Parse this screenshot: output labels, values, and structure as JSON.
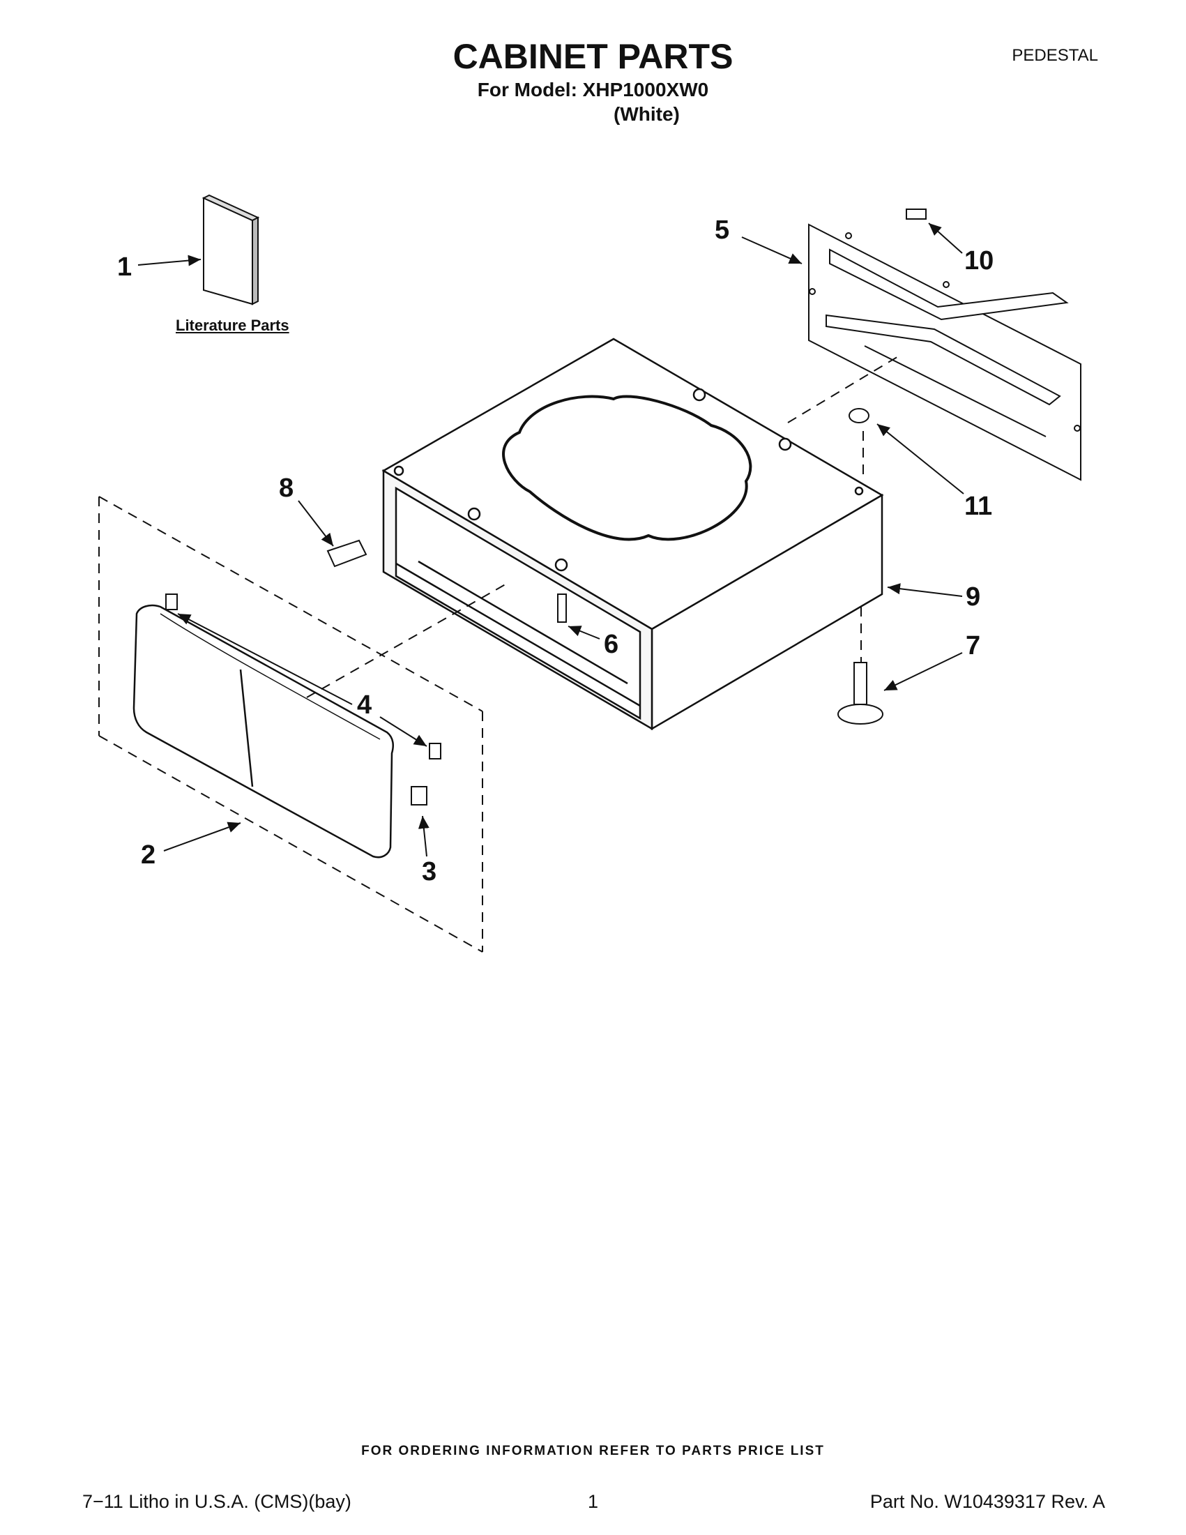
{
  "header": {
    "title": "CABINET PARTS",
    "model": "For Model: XHP1000XW0",
    "color": "(White)",
    "section": "PEDESTAL"
  },
  "diagram": {
    "literature_label": "Literature Parts",
    "callouts": [
      "1",
      "2",
      "3",
      "4",
      "5",
      "6",
      "7",
      "8",
      "9",
      "10",
      "11"
    ]
  },
  "footer": {
    "ordering_note": "FOR ORDERING INFORMATION REFER TO PARTS PRICE LIST",
    "litho": "7−11 Litho in U.S.A. (CMS)(bay)",
    "page": "1",
    "part_no": "Part No. W10439317 Rev. A"
  }
}
